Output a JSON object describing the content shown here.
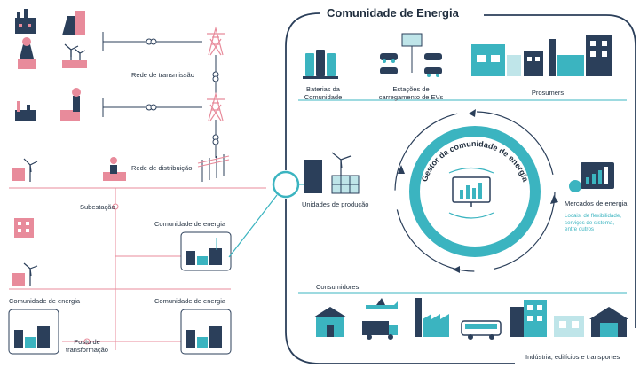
{
  "title": "Comunidade de Energia",
  "left": {
    "transmission": "Rede de transmissão",
    "distribution": "Rede de distribuição",
    "substation": "Subestação",
    "community_top": "Comunidade de energia",
    "community_left": "Comunidade de energia",
    "community_bottom": "Comunidade de energia",
    "transformer_line1": "Posto de",
    "transformer_line2": "transformação"
  },
  "right": {
    "batteries_line1": "Baterias da",
    "batteries_line2": "Comunidade",
    "ev_line1": "Estações de",
    "ev_line2": "carregamento de EVs",
    "prosumers": "Prosumers",
    "production": "Unidades de produção",
    "manager": "Gestor da comunidade de energia",
    "markets": "Mercados de energia",
    "markets_note_1": "Locais, de flexibilidade,",
    "markets_note_2": "serviços de sistema,",
    "markets_note_3": "entre outros",
    "consumers": "Consumidores",
    "industry": "Indústria, edifícios e transportes"
  },
  "colors": {
    "navy": "#2b3f5a",
    "teal": "#3bb4c0",
    "pink": "#e88b9b",
    "light_teal": "#bfe5e9"
  },
  "icons": [
    "factory-icon",
    "power-plant-icon",
    "wind-turbine-icon",
    "pylon-icon",
    "transformer-icon",
    "building-icon",
    "battery-icon",
    "ev-charger-icon",
    "car-icon",
    "house-icon",
    "solar-panel-icon",
    "monitor-chart-icon",
    "school-icon",
    "airplane-icon",
    "truck-icon",
    "bus-icon",
    "warehouse-icon"
  ]
}
